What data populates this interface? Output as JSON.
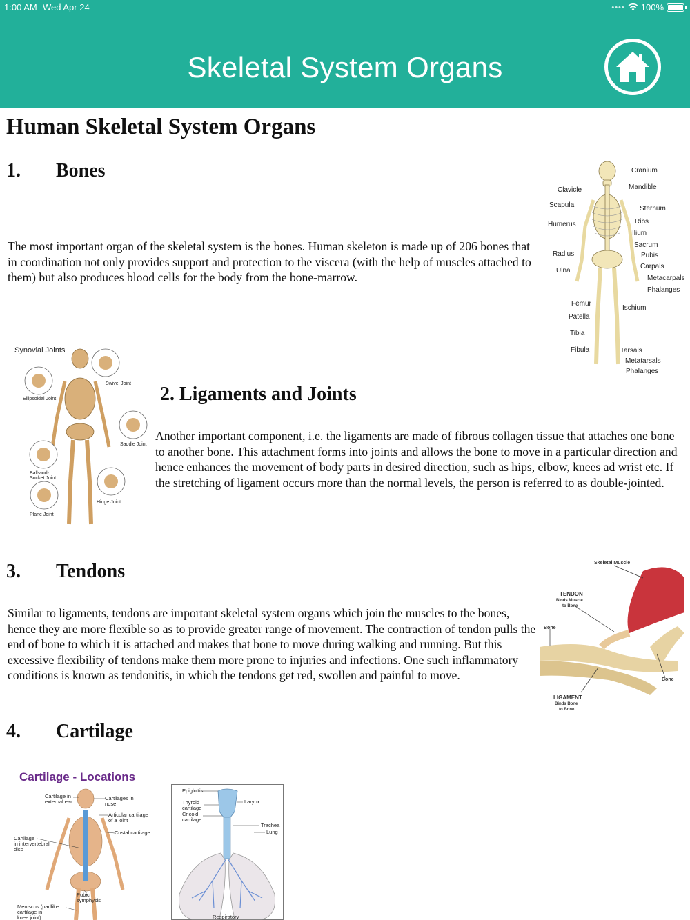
{
  "status_bar": {
    "time": "1:00 AM",
    "date": "Wed Apr 24",
    "battery": "100%"
  },
  "header": {
    "title": "Skeletal System Organs",
    "home_icon": "home-icon",
    "background_color": "#22b09a"
  },
  "document": {
    "title": "Human Skeletal System Organs",
    "sections": [
      {
        "number": "1.",
        "heading": "Bones",
        "body": "The most important organ of the skeletal system is the bones. Human skeleton is made up of 206 bones that in coordination not only provides support and protection to the viscera (with the help of muscles attached to them) but also produces blood cells for the body from the bone-marrow."
      },
      {
        "number": "2.",
        "heading": "Ligaments and Joints",
        "body": "Another important component, i.e. the ligaments are made of fibrous collagen tissue that attaches one bone to another bone. This attachment forms into joints and allows the bone to move in a particular direction and hence enhances the movement of body parts in desired direction, such as hips, elbow, knees ad wrist etc. If the stretching of ligament occurs more than the normal levels, the person is referred to as double-jointed."
      },
      {
        "number": "3.",
        "heading": "Tendons",
        "body": "Similar to ligaments, tendons are important skeletal system organs which join the muscles to the bones, hence they are more flexible so as to provide greater range of movement. The contraction of tendon pulls the end of bone to which it is attached and makes that bone to move during walking and running. But this excessive flexibility of tendons make them more prone to injuries and infections. One such inflammatory conditions is known as tendonitis, in which the tendons get red, swollen and painful to move."
      },
      {
        "number": "4.",
        "heading": "Cartilage"
      }
    ]
  },
  "figures": {
    "skeleton_labels": [
      "Cranium",
      "Mandible",
      "Clavicle",
      "Scapula",
      "Sternum",
      "Ribs",
      "Humerus",
      "Ilium",
      "Sacrum",
      "Radius",
      "Pubis",
      "Ulna",
      "Carpals",
      "Metacarpals",
      "Phalanges",
      "Femur",
      "Ischium",
      "Patella",
      "Tibia",
      "Fibula",
      "Tarsals",
      "Metatarsals",
      "Phalanges"
    ],
    "joints": {
      "title": "Synovial Joints",
      "labels": [
        "Ellipsoidal Joint",
        "Swivel Joint",
        "Saddle Joint",
        "Ball-and-",
        "Socket Joint",
        "Hinge Joint",
        "Plane Joint"
      ]
    },
    "tendon_labels": [
      "Skeletal Muscle",
      "TENDON",
      "Binds Muscle",
      "to Bone",
      "Bone",
      "Bone",
      "LIGAMENT",
      "Binds Bone",
      "to Bone"
    ],
    "cartilage": {
      "title": "Cartilage - Locations",
      "labels": [
        "Cartilage in",
        "external ear",
        "Cartilages in",
        "nose",
        "Articular cartilage",
        "of a joint",
        "Costal cartilage",
        "Cartilage",
        "in intervertebral",
        "disc",
        "Pubic",
        "symphysis",
        "Meniscus (padlike",
        "cartilage in",
        "knee joint)"
      ]
    },
    "respiratory": {
      "labels": [
        "Epiglottis",
        "Thyroid",
        "cartilage",
        "Cricoid",
        "cartilage",
        "Larynx",
        "Trachea",
        "Lung",
        "Respiratory"
      ]
    }
  }
}
